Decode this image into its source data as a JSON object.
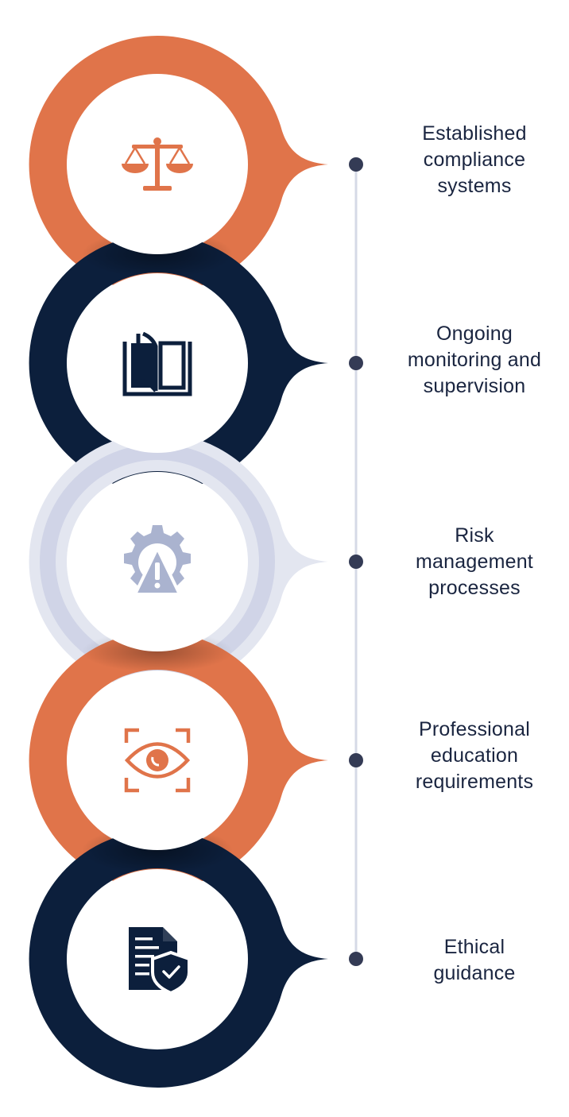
{
  "steps": [
    {
      "label_lines": [
        "Established",
        "compliance",
        "systems"
      ],
      "icon": "scales-icon",
      "ring_color": "#e0744a"
    },
    {
      "label_lines": [
        "Ongoing",
        "monitoring and",
        "supervision"
      ],
      "icon": "open-book-icon",
      "ring_color": "#0c1f3c"
    },
    {
      "label_lines": [
        "Risk",
        "management",
        "processes"
      ],
      "icon": "gear-warning-icon",
      "ring_color": "#c9cfe3"
    },
    {
      "label_lines": [
        "Professional",
        "education",
        "requirements"
      ],
      "icon": "eye-scan-icon",
      "ring_color": "#e0744a"
    },
    {
      "label_lines": [
        "Ethical",
        "guidance"
      ],
      "icon": "document-shield-icon",
      "ring_color": "#0c1f3c"
    }
  ],
  "colors": {
    "orange": "#e0744a",
    "navy": "#0c1f3c",
    "light": "#c9cfe3",
    "icon_light": "#aab3cf",
    "timeline": "#d5d9e6",
    "dot": "#343b55",
    "text": "#1a2540"
  }
}
